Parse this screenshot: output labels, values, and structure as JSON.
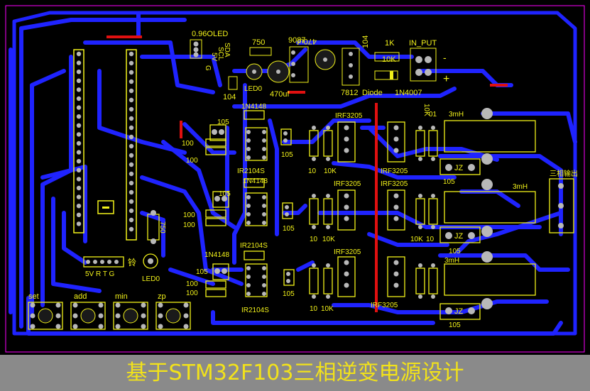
{
  "caption": "基于STM32F103三相逆变电源设计",
  "colors": {
    "board": "#000000",
    "copper": "#1f23ff",
    "silkscreen": "#f2f21a",
    "pad": "#b8b8b8",
    "outline": "#ff00ff",
    "jumper": "#e01010",
    "caption": "#f2e21a"
  },
  "labels": {
    "oled": "0.96OLED",
    "oled_pins": [
      "G",
      "5V",
      "SCL",
      "SDA"
    ],
    "r750_top": "750",
    "reg_9087": "9087",
    "cap_470u_top": "470uf",
    "cap_104_top": "104",
    "r1k": "1K",
    "r10k_top": "10K",
    "in_put": "IN_PUT",
    "minus": "-",
    "plus": "+",
    "led0_top": "LED0",
    "cap_470u": "470uf",
    "cap_104": "104",
    "reg_7812": "7812",
    "diode": "Diode",
    "diode_part": "1N4007",
    "d1": "1N4148",
    "c105_1": "105",
    "r100_1a": "100",
    "r100_1b": "100",
    "c105_1b": "105",
    "ir1": "IR2104S",
    "mos1a": "IRF3205",
    "r10_1": "10",
    "r10k_1": "10K",
    "mos1b": "IRF3205",
    "r10k_1b": "10K",
    "r01_1": "01",
    "ind1": "3mH",
    "jz1": "JZ",
    "c105_o1": "105",
    "d2": "1N4148",
    "c105_2": "105",
    "r100_2a": "100",
    "r100_2b": "100",
    "c105_2b": "105",
    "ir2": "IR2104S",
    "mos2a": "IRF3205",
    "mos2b": "IRF3205",
    "r10_2": "10",
    "r10k_2": "10K",
    "r10k_2b": "10K",
    "r10_2b": "10",
    "ind2": "3mH",
    "jz2": "JZ",
    "c105_o2": "105",
    "out": "三相输出",
    "d3": "1N4148",
    "c105_3": "105",
    "r100_3a": "100",
    "r100_3b": "100",
    "c105_3b": "105",
    "ir3": "IR2104S",
    "mos3a": "IRF3205",
    "mos3b": "IRF3205",
    "r10_3": "10",
    "r10k_3": "10K",
    "ind3": "3mH",
    "jz3": "JZ",
    "c105_o3": "105",
    "r750": "750",
    "led0": "LED0",
    "hdr": "5V R T G",
    "bell": "铃",
    "btn_set": "set",
    "btn_add": "add",
    "btn_min": "min",
    "btn_zp": "zp"
  }
}
